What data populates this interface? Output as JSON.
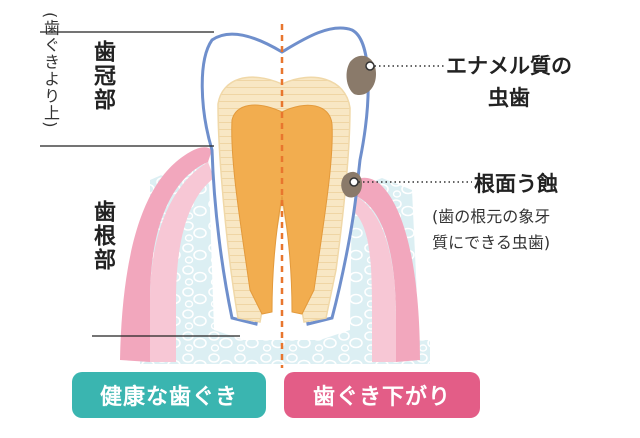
{
  "labels": {
    "crown": "歯冠部",
    "crown_note": "(歯ぐきより上)",
    "root": "歯根部",
    "enamel_caries_line1": "エナメル質の",
    "enamel_caries_line2": "虫歯",
    "root_caries_title": "根面う蝕",
    "root_caries_note_line1": "(歯の根元の象牙",
    "root_caries_note_line2": "質にできる虫歯)"
  },
  "badges": {
    "healthy": "健康な歯ぐき",
    "receding": "歯ぐき下がり"
  },
  "colors": {
    "enamel_outline": "#6f8fcc",
    "dentin": "#f8e7c4",
    "pulp": "#f2ad4f",
    "gum": "#f2a7bd",
    "bone": "#dceff3",
    "midline": "#e8762e",
    "caries": "#8a7a6a",
    "healthy_badge": "#3ab5b0",
    "receding_badge": "#e35d87"
  }
}
